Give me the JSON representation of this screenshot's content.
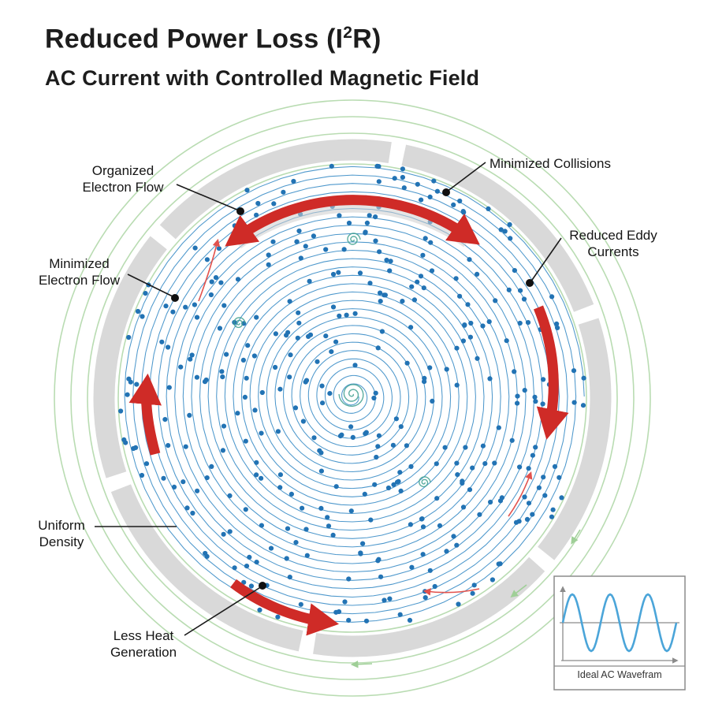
{
  "header": {
    "title_pre": "Reduced Power Loss (I",
    "title_sup": "2",
    "title_post": "R)",
    "subtitle": "AC Current with Controlled Magnetic Field"
  },
  "labels": {
    "organized_l1": "Organized",
    "organized_l2": "Electron Flow",
    "collisions": "Minimized Collisions",
    "eddy_l1": "Reduced Eddy",
    "eddy_l2": "Currents",
    "min_electron_l1": "Minimized",
    "min_electron_l2": "Electron Flow",
    "uniform_l1": "Uniform",
    "uniform_l2": "Density",
    "heat_l1": "Less Heat",
    "heat_l2": "Generation"
  },
  "inset": {
    "caption": "Ideal AC Wavefram"
  },
  "colors": {
    "red": "#cf2b27",
    "red-thin": "#e2524d",
    "blue": "#2f86c3",
    "blue-dot": "#2273b4",
    "green": "#b9dcb2",
    "gray": "#d9d9d9",
    "teal": "#3fa08f",
    "sine": "#4ba5d9"
  }
}
